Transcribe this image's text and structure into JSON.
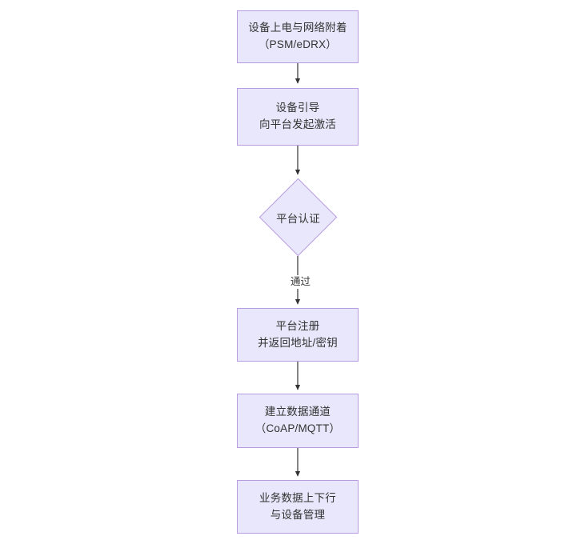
{
  "diagram": {
    "type": "flowchart",
    "orientation": "top-to-bottom",
    "title": "",
    "theme": {
      "node_fill": "#e8e7fb",
      "node_stroke": "#b79ce0",
      "text_color": "#333333",
      "edge_color": "#333333",
      "background": "#ffffff"
    },
    "nodes": [
      {
        "id": "n1",
        "shape": "rectangle",
        "line1": "设备上电与网络附着",
        "line2": "（PSM/eDRX）"
      },
      {
        "id": "n2",
        "shape": "rectangle",
        "line1": "设备引导",
        "line2": "向平台发起激活"
      },
      {
        "id": "n3",
        "shape": "diamond",
        "line1": "平台认证",
        "line2": ""
      },
      {
        "id": "n4",
        "shape": "rectangle",
        "line1": "平台注册",
        "line2": "并返回地址/密钥"
      },
      {
        "id": "n5",
        "shape": "rectangle",
        "line1": "建立数据通道",
        "line2": "（CoAP/MQTT）"
      },
      {
        "id": "n6",
        "shape": "rectangle",
        "line1": "业务数据上下行",
        "line2": "与设备管理"
      }
    ],
    "edges": [
      {
        "from": "n1",
        "to": "n2",
        "label": ""
      },
      {
        "from": "n2",
        "to": "n3",
        "label": ""
      },
      {
        "from": "n3",
        "to": "n4",
        "label": "通过"
      },
      {
        "from": "n4",
        "to": "n5",
        "label": ""
      },
      {
        "from": "n5",
        "to": "n6",
        "label": ""
      }
    ]
  }
}
